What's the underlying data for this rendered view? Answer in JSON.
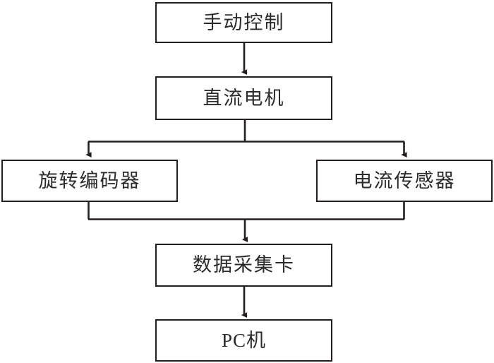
{
  "diagram": {
    "title": "",
    "type": "flowchart",
    "colors": {
      "stroke": "#231f20",
      "text": "#2b2b2b",
      "background": "#ffffff"
    },
    "nodes": [
      {
        "id": "manual-control",
        "label": "手动控制",
        "script": "cjk"
      },
      {
        "id": "dc-motor",
        "label": "直流电机",
        "script": "cjk"
      },
      {
        "id": "rotary-encoder",
        "label": "旋转编码器",
        "script": "cjk"
      },
      {
        "id": "current-sensor",
        "label": "电流传感器",
        "script": "cjk"
      },
      {
        "id": "daq-card",
        "label": "数据采集卡",
        "script": "cjk"
      },
      {
        "id": "pc",
        "label": "PC机",
        "script": "latin-cjk"
      }
    ],
    "edges": [
      {
        "from": "manual-control",
        "to": "dc-motor",
        "style": "straight-arrow"
      },
      {
        "from": "dc-motor",
        "to": "rotary-encoder",
        "style": "split-left-arrow"
      },
      {
        "from": "dc-motor",
        "to": "current-sensor",
        "style": "split-right-arrow"
      },
      {
        "from": "rotary-encoder",
        "to": "daq-card",
        "style": "merge-left-arrow"
      },
      {
        "from": "current-sensor",
        "to": "daq-card",
        "style": "merge-right-arrow"
      },
      {
        "from": "daq-card",
        "to": "pc",
        "style": "straight-arrow"
      }
    ]
  }
}
